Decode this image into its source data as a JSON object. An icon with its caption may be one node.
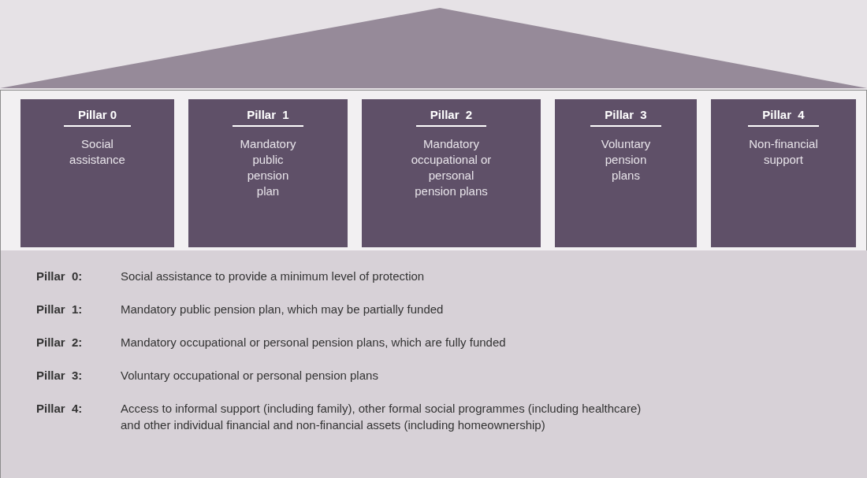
{
  "diagram": {
    "nodes": [
      {
        "text": [],
        "shape": "triangle"
      },
      {
        "text": [],
        "shape": "box"
      },
      {
        "text": [
          "Pillar 0",
          "Social assistance"
        ],
        "in": 1
      },
      {
        "text": [
          "Pillar  1",
          "Mandatory public pension plan"
        ],
        "in": 1
      },
      {
        "text": [
          "Pillar  2",
          "Mandatory occupational or personal pension plans"
        ],
        "in": 1
      },
      {
        "text": [
          "Pillar  3",
          "Voluntary pension plans"
        ],
        "in": 1
      },
      {
        "text": [
          "Pillar  4",
          "Non-financial support"
        ],
        "in": 1
      },
      {
        "text": [
          "Pillar  0:",
          "Social assistance to provide a minimum level of protection",
          "Pillar  1:",
          "Mandatory public pension plan, which may be partially funded",
          "Pillar  2:",
          "Mandatory occupational or personal pension plans, which are fully funded",
          "Pillar  3:",
          "Voluntary occupational or personal pension plans",
          "Pillar  4:",
          "Access to informal support (including family), other formal social programmes (including healthcare) and other individual financial and non-financial assets (including homeownership)"
        ]
      }
    ],
    "edges": []
  }
}
